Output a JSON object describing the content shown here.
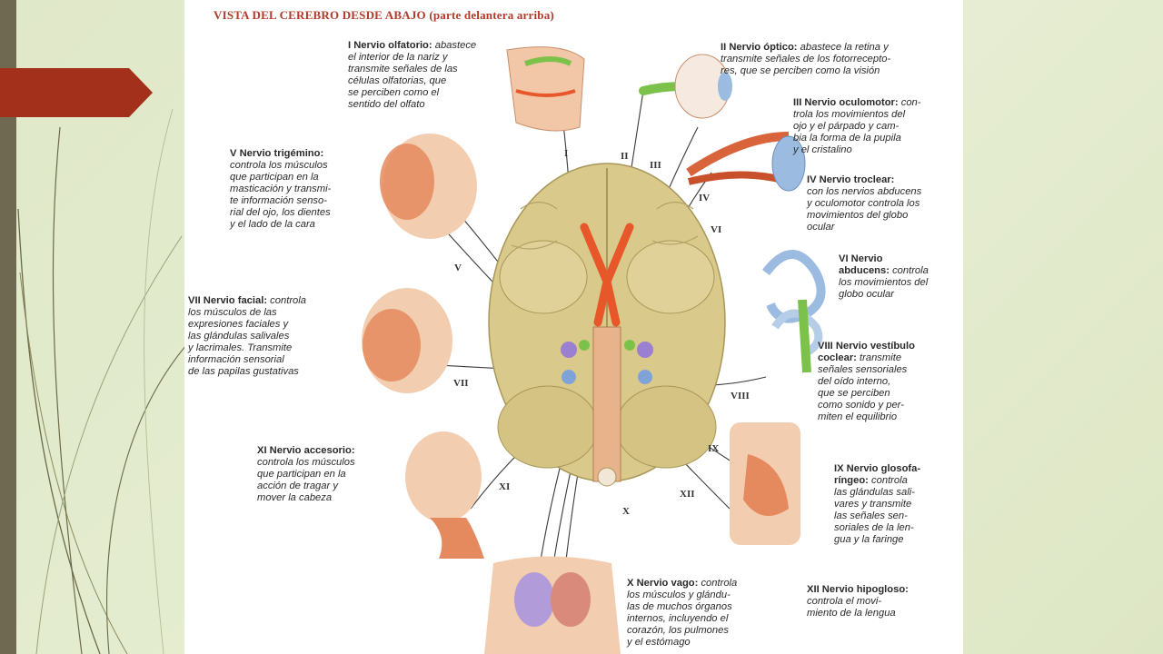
{
  "diagram": {
    "title": "VISTA DEL CEREBRO DESDE ABAJO",
    "subtitle": "(parte delantera arriba)",
    "nerves": [
      {
        "id": "I",
        "name": "I Nervio olfatorio:",
        "desc": "abastece\nel interior de la nariz y\ntransmite señales de las\ncélulas olfatorias, que\nse perciben como el\nsentido del olfato"
      },
      {
        "id": "II",
        "name": "II Nervio óptico:",
        "desc": "abastece la retina y\ntransmite señales de los fotorrecepto-\nres, que se perciben como la visión"
      },
      {
        "id": "III",
        "name": "III Nervio oculomotor:",
        "desc": "con-\ntrola los movimientos del\nojo y el párpado y cam-\nbia la forma de la pupila\ny el cristalino"
      },
      {
        "id": "IV",
        "name": "IV Nervio troclear:",
        "desc": "\ncon los nervios abducens\ny oculomotor controla los\nmovimientos del globo\nocular"
      },
      {
        "id": "V",
        "name": "V Nervio trigémino:",
        "desc": "\ncontrola los músculos\nque participan en la\nmasticación y transmi-\nte información senso-\nrial del ojo, los dientes\ny el lado de la cara"
      },
      {
        "id": "VI",
        "name": "VI Nervio\nabducens:",
        "desc": "controla\nlos movimientos del\nglobo ocular"
      },
      {
        "id": "VII",
        "name": "VII Nervio facial:",
        "desc": "controla\nlos músculos de las\nexpresiones faciales y\nlas glándulas salivales\ny lacrimales. Transmite\ninformación sensorial\nde las papilas gustativas"
      },
      {
        "id": "VIII",
        "name": "VIII Nervio vestíbulo\ncoclear:",
        "desc": "transmite\nseñales sensoriales\ndel oído interno,\nque se perciben\ncomo sonido y per-\nmiten el equilibrio"
      },
      {
        "id": "IX",
        "name": "IX Nervio glosofa-\nríngeo:",
        "desc": "controla\nlas glándulas sali-\nvares y transmite\nlas señales sen-\nsoriales de la len-\ngua y la faringe"
      },
      {
        "id": "X",
        "name": "X Nervio vago:",
        "desc": "controla\nlos músculos y glándu-\nlas de muchos órganos\ninternos, incluyendo el\ncorazón, los pulmones\ny el estómago"
      },
      {
        "id": "XI",
        "name": "XI Nervio accesorio:",
        "desc": "\ncontrola los músculos\nque participan en la\nacción de tragar y\nmover la cabeza"
      },
      {
        "id": "XII",
        "name": "XII Nervio hipogloso:",
        "desc": "\ncontrola el movi-\nmiento de la lengua"
      }
    ],
    "roman_markers": [
      "I",
      "II",
      "III",
      "IV",
      "V",
      "VI",
      "VII",
      "VIII",
      "IX",
      "X",
      "XI",
      "XII"
    ],
    "colors": {
      "accent_red": "#a3301b",
      "sidebar_dark": "#6e6950",
      "background": "#e2ead0",
      "brain": "#d9c98a",
      "nerve_orange": "#e8572a",
      "title_red": "#b33a2a"
    }
  }
}
